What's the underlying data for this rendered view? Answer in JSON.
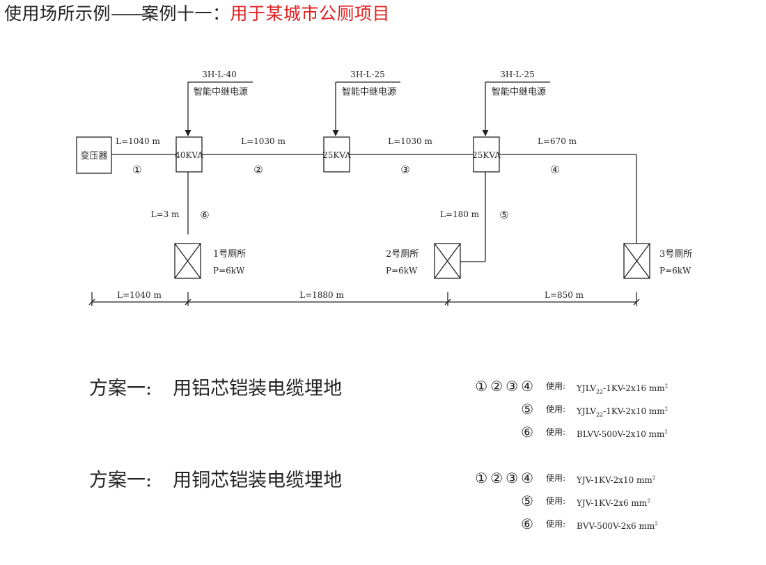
{
  "title": {
    "prefix": "使用场所示例",
    "dash": "——",
    "case": "案例十一：",
    "highlight": "用于某城市公厕项目"
  },
  "diagram": {
    "transformer": "变压器",
    "boxes": [
      "40KVA",
      "25KVA",
      "25KVA"
    ],
    "sources": [
      {
        "model": "3H-L-40",
        "name": "智能中继电源"
      },
      {
        "model": "3H-L-25",
        "name": "智能中继电源"
      },
      {
        "model": "3H-L-25",
        "name": "智能中继电源"
      }
    ],
    "segments": [
      {
        "length": "L=1040 m",
        "num": "①"
      },
      {
        "length": "L=1030 m",
        "num": "②"
      },
      {
        "length": "L=1030 m",
        "num": "③"
      },
      {
        "length": "L=670 m",
        "num": "④"
      },
      {
        "length": "L=180 m",
        "num": "⑤"
      },
      {
        "length": "L=3 m",
        "num": "⑥"
      }
    ],
    "toilets": [
      {
        "name": "1号厕所",
        "power": "P=6kW"
      },
      {
        "name": "2号厕所",
        "power": "P=6kW"
      },
      {
        "name": "3号厕所",
        "power": "P=6kW"
      }
    ],
    "distances": [
      "L=1040 m",
      "L=1880 m",
      "L=850 m"
    ]
  },
  "schemes": [
    {
      "label": "方案一:",
      "desc": "用铝芯铠装电缆埋地",
      "specs": [
        {
          "circles": "①②③④",
          "use": "使用:",
          "prefix": "YJLV",
          "sub": "22",
          "main": "-1KV-2x16 mm",
          "sup": "2"
        },
        {
          "circles": "⑤",
          "use": "使用:",
          "prefix": "YJLV",
          "sub": "22",
          "main": "-1KV-2x10 mm",
          "sup": "2"
        },
        {
          "circles": "⑥",
          "use": "使用:",
          "prefix": "",
          "sub": "",
          "main": "BLVV-500V-2x10 mm",
          "sup": "2"
        }
      ]
    },
    {
      "label": "方案一:",
      "desc": "用铜芯铠装电缆埋地",
      "specs": [
        {
          "circles": "①②③④",
          "use": "使用:",
          "prefix": "",
          "sub": "",
          "main": "YJV-1KV-2x10 mm",
          "sup": "2"
        },
        {
          "circles": "⑤",
          "use": "使用:",
          "prefix": "",
          "sub": "",
          "main": "YJV-1KV-2x6 mm",
          "sup": "2"
        },
        {
          "circles": "⑥",
          "use": "使用:",
          "prefix": "",
          "sub": "",
          "main": "BVV-500V-2x6 mm",
          "sup": "2"
        }
      ]
    }
  ]
}
